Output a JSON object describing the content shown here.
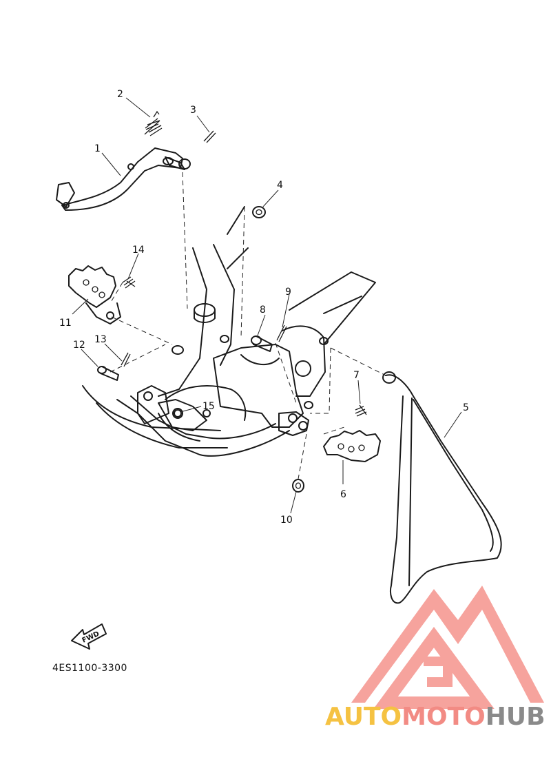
{
  "diagram": {
    "callouts": [
      "1",
      "2",
      "3",
      "4",
      "5",
      "6",
      "7",
      "8",
      "9",
      "10",
      "11",
      "12",
      "13",
      "14",
      "15"
    ],
    "drawing_code": "4ES1100-3300",
    "fwd_label": "FWD"
  },
  "watermark": {
    "part_a": "AUTO",
    "part_b": "MOTO",
    "part_c": "HUB",
    "colors": {
      "auto": "#f5c242",
      "moto": "#f28b84",
      "hub": "#8a8a8a",
      "logo": "#f5938c"
    }
  }
}
